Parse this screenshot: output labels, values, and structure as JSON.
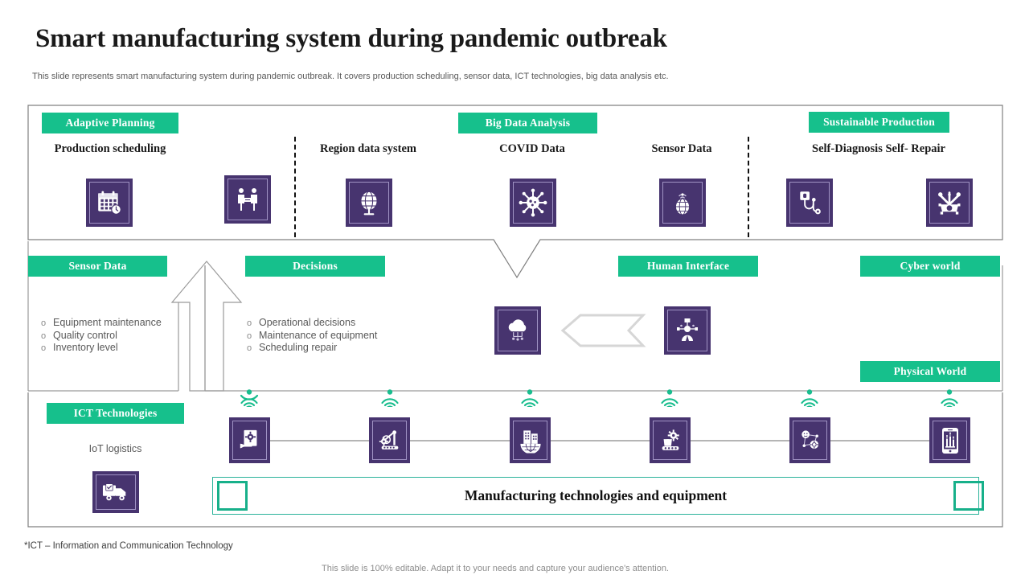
{
  "header": {
    "title": "Smart manufacturing system during pandemic outbreak",
    "subtitle": "This slide represents smart manufacturing system during pandemic outbreak. It covers production scheduling, sensor data, ICT technologies, big data analysis etc."
  },
  "colors": {
    "green": "#16c08c",
    "purple": "#47346f",
    "teal": "#17b08a",
    "border_gray": "#808080"
  },
  "top_section": {
    "badges": [
      {
        "label": "Adaptive Planning"
      },
      {
        "label": "Big Data Analysis"
      },
      {
        "label": "Sustainable Production"
      }
    ],
    "headings": [
      {
        "label": "Production scheduling"
      },
      {
        "label": "Region data system"
      },
      {
        "label": "COVID Data"
      },
      {
        "label": "Sensor Data"
      },
      {
        "label": "Self-Diagnosis Self- Repair"
      }
    ],
    "icons": [
      {
        "name": "calendar-clock-icon"
      },
      {
        "name": "people-handshake-icon"
      },
      {
        "name": "globe-stand-icon"
      },
      {
        "name": "virus-icon"
      },
      {
        "name": "globe-signal-icon"
      },
      {
        "name": "stethoscope-icon"
      },
      {
        "name": "gear-repair-icon"
      }
    ]
  },
  "middle_section": {
    "badges": [
      {
        "label": "Sensor Data"
      },
      {
        "label": "Decisions"
      },
      {
        "label": "Human Interface"
      },
      {
        "label": "Cyber world"
      },
      {
        "label": "Physical World"
      }
    ],
    "sensor_data_bullets": [
      "Equipment maintenance",
      "Quality control",
      "Inventory level"
    ],
    "decisions_bullets": [
      "Operational decisions",
      "Maintenance of equipment",
      "Scheduling repair"
    ],
    "icons": [
      {
        "name": "cloud-iot-icon"
      },
      {
        "name": "human-network-icon"
      }
    ]
  },
  "bottom_section": {
    "ict_badge": "ICT Technologies",
    "ict_label": "IoT logistics",
    "ict_icon": "delivery-truck-icon",
    "chain_icons": [
      {
        "name": "hand-gear-document-icon"
      },
      {
        "name": "robot-arm-icon"
      },
      {
        "name": "smart-building-icon"
      },
      {
        "name": "machine-gear-icon"
      },
      {
        "name": "network-nodes-icon"
      },
      {
        "name": "mobile-factory-icon"
      }
    ],
    "manufacturing_bar": "Manufacturing technologies and equipment"
  },
  "footer": {
    "footnote": "*ICT – Information and Communication Technology",
    "credit": "This slide is 100% editable. Adapt it to your needs and capture your audience's attention."
  }
}
